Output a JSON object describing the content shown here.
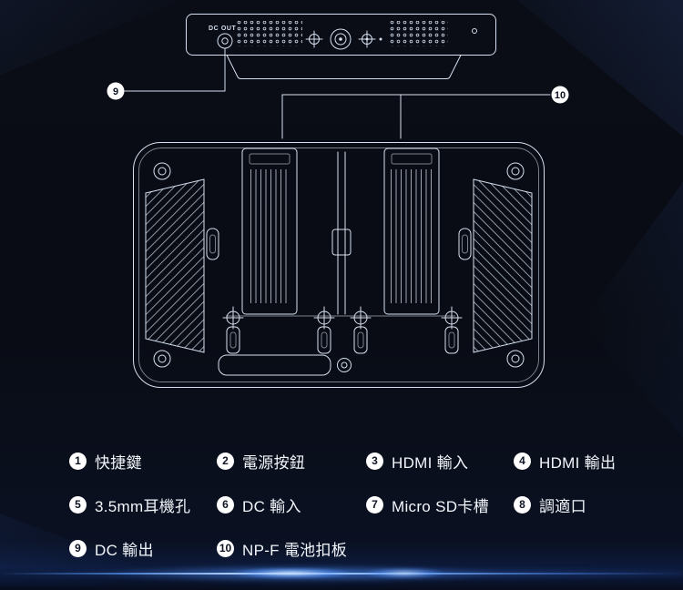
{
  "colors": {
    "background": "#0a0d16",
    "line": "#d6e0f0",
    "badge_bg": "#ffffff",
    "badge_text": "#0d1322",
    "label_text": "#f2f5fa",
    "glow": "#4a8dff"
  },
  "top_view": {
    "dc_out_label": "DC OUT"
  },
  "callouts": {
    "dc_out": {
      "number": "9"
    },
    "battery_plate": {
      "number": "10"
    }
  },
  "legend": {
    "items": [
      {
        "num": "1",
        "label": "快捷鍵"
      },
      {
        "num": "2",
        "label": "電源按鈕"
      },
      {
        "num": "3",
        "label": "HDMI 輸入"
      },
      {
        "num": "4",
        "label": "HDMI 輸出"
      },
      {
        "num": "5",
        "label": "3.5mm耳機孔"
      },
      {
        "num": "6",
        "label": "DC 輸入"
      },
      {
        "num": "7",
        "label": "Micro SD卡槽"
      },
      {
        "num": "8",
        "label": "調適口"
      },
      {
        "num": "9",
        "label": "DC 輸出"
      },
      {
        "num": "10",
        "label": "NP-F 電池扣板"
      }
    ]
  }
}
